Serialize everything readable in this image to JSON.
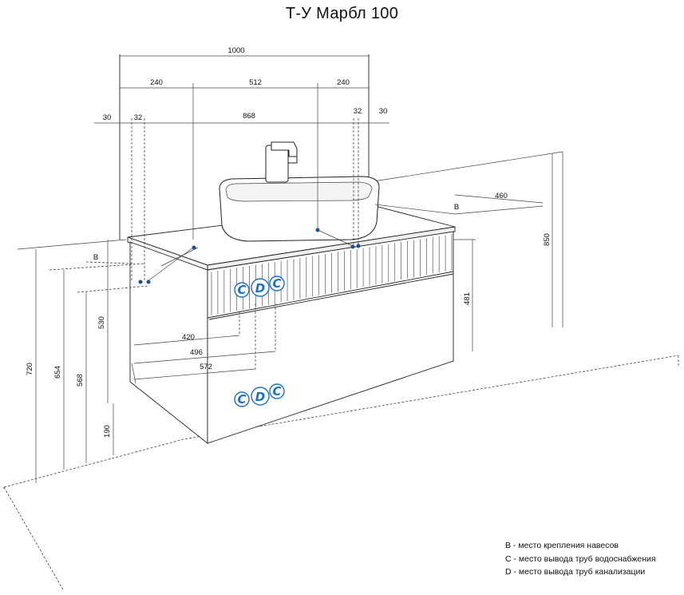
{
  "title": "Т-У Марбл 100",
  "dimensions": {
    "width_total": "1000",
    "left_240": "240",
    "center_512": "512",
    "right_240": "240",
    "left_30": "30",
    "left_32": "32",
    "span_868": "868",
    "right_32": "32",
    "right_30": "30",
    "depth_460": "460",
    "height_850": "850",
    "height_481": "481",
    "height_530": "530",
    "height_720": "720",
    "height_654": "654",
    "height_568": "568",
    "height_190": "190",
    "depth_420": "420",
    "depth_496": "496",
    "depth_572": "572",
    "label_b_right": "B",
    "label_b_left": "B"
  },
  "marks": {
    "c": "C",
    "d": "D"
  },
  "legend": [
    "B - место крепления навесов",
    "C - место вывода труб водоснабжения",
    "D - место вывода труб канализации"
  ]
}
